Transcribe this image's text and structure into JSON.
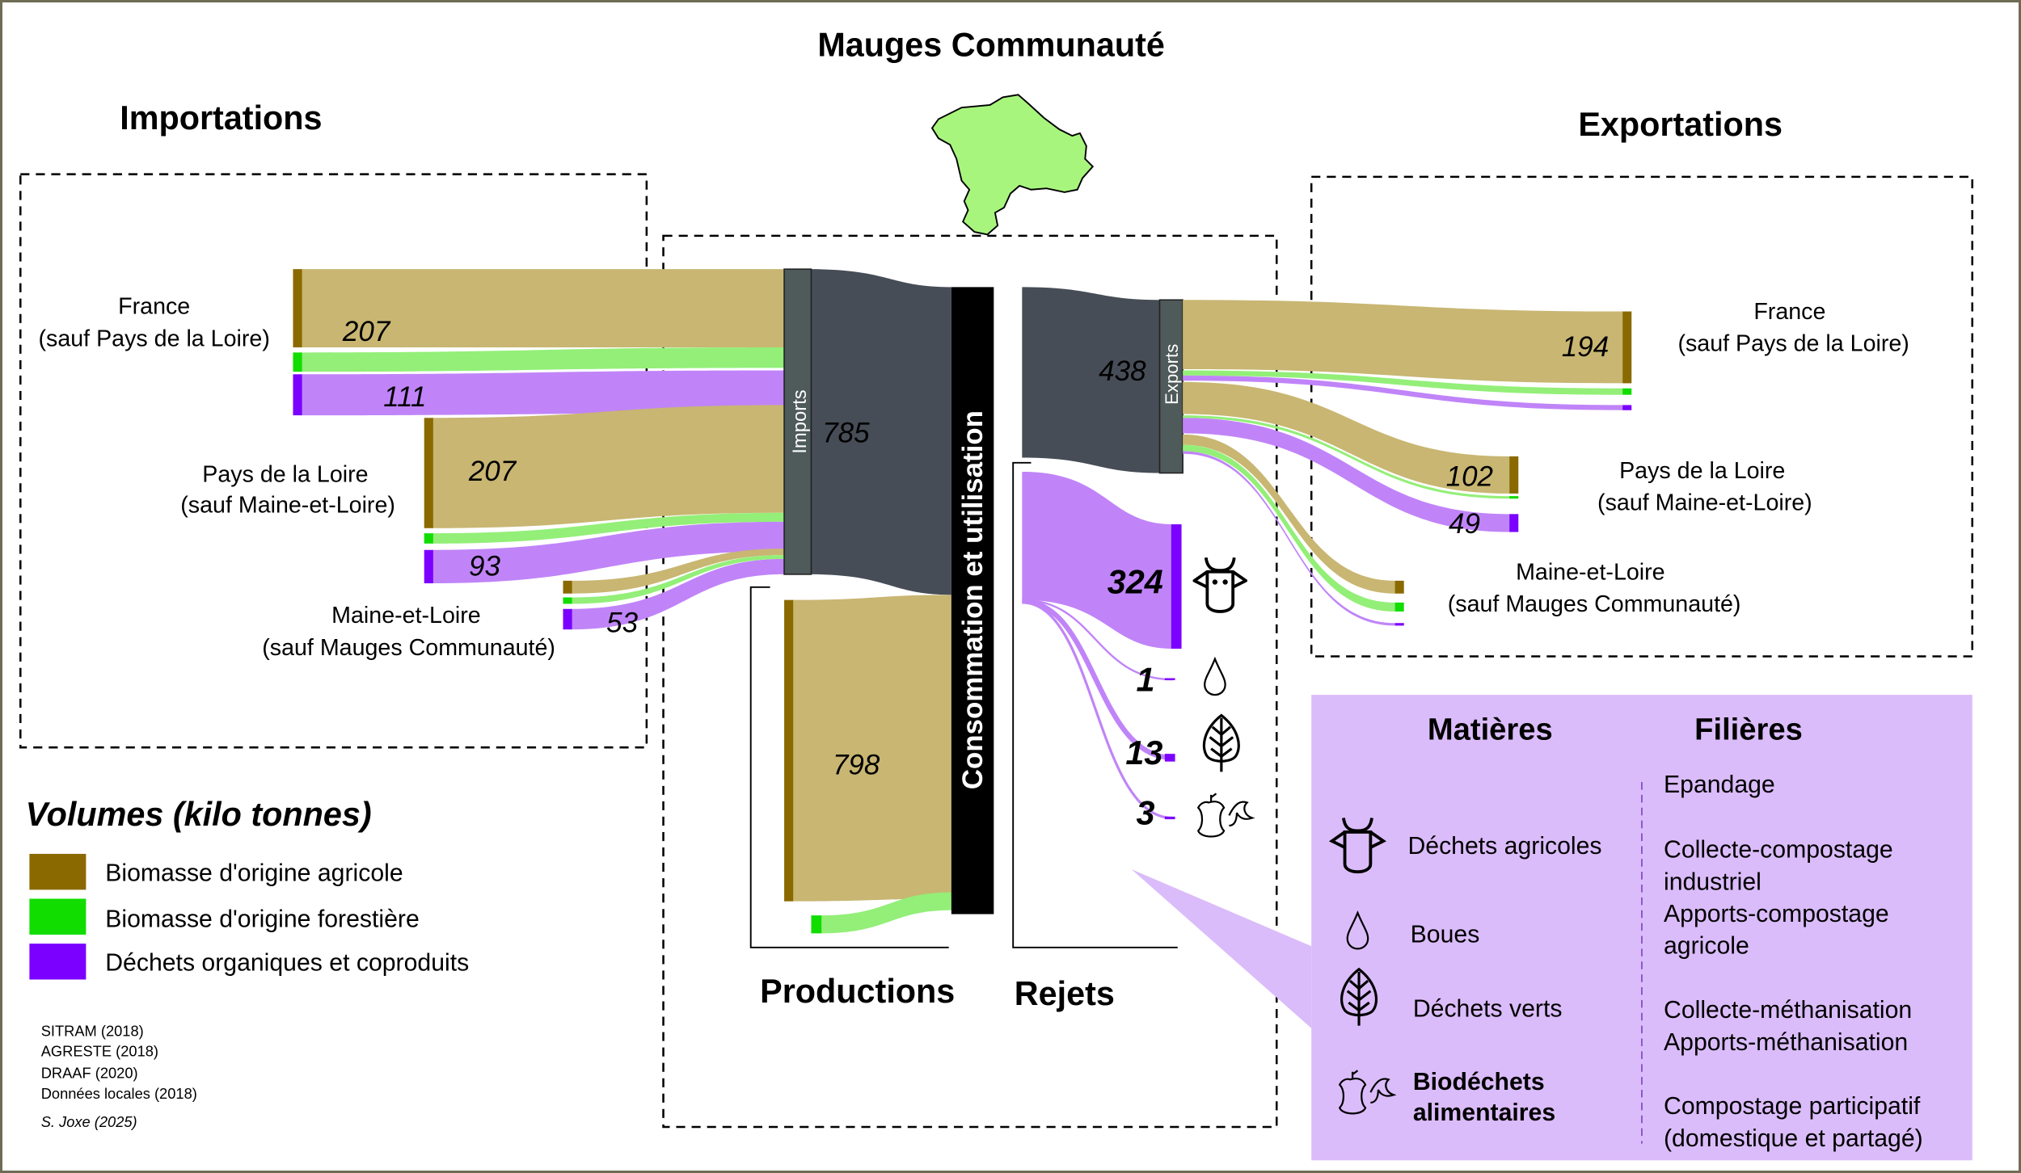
{
  "title": "Mauges Communauté",
  "sections": {
    "imports_title": "Importations",
    "exports_title": "Exportations",
    "productions_label": "Productions",
    "rejets_label": "Rejets",
    "imports_node": "Imports",
    "exports_node": "Exports",
    "consumption_node": "Consommation et utilisation"
  },
  "colors": {
    "agricole": "#8a6a00",
    "agricole_flow": "#c8b672",
    "forestiere": "#11dd00",
    "forestiere_flow": "#93ef78",
    "dechets": "#7b00ff",
    "dechets_flow": "#c084f8",
    "node_dark": "#474d57",
    "node_bar": "#4f5a5a",
    "legend_box": "#dbbcfa",
    "map_fill": "#a8f57e"
  },
  "imports": [
    {
      "name_line1": "France",
      "name_line2": "(sauf Pays de la Loire)",
      "agricole": "207",
      "dechets": "111"
    },
    {
      "name_line1": "Pays de la Loire",
      "name_line2": "(sauf Maine-et-Loire)",
      "agricole": "207",
      "dechets": "93"
    },
    {
      "name_line1": "Maine-et-Loire",
      "name_line2": "(sauf Mauges Communauté)",
      "dechets": "53"
    }
  ],
  "exports": [
    {
      "name_line1": "France",
      "name_line2": "(sauf Pays de la Loire)",
      "agricole": "194"
    },
    {
      "name_line1": "Pays de la Loire",
      "name_line2": "(sauf Maine-et-Loire)",
      "agricole": "102",
      "dechets": "49"
    },
    {
      "name_line1": "Maine-et-Loire",
      "name_line2": "(sauf Mauges Communauté)"
    }
  ],
  "totals": {
    "imports": "785",
    "productions": "798",
    "exports": "438"
  },
  "rejets": [
    {
      "value": "324",
      "icon": "cow-icon"
    },
    {
      "value": "1",
      "icon": "drop-icon"
    },
    {
      "value": "13",
      "icon": "leaf-icon"
    },
    {
      "value": "3",
      "icon": "apple-core-icon"
    }
  ],
  "legend": {
    "title": "Volumes (kilo tonnes)",
    "items": [
      {
        "label": "Biomasse d'origine agricole"
      },
      {
        "label": "Biomasse d'origine forestière"
      },
      {
        "label": "Déchets organiques et coproduits"
      }
    ]
  },
  "sources": [
    "SITRAM (2018)",
    "AGRESTE (2018)",
    "DRAAF (2020)",
    "Données locales (2018)"
  ],
  "author": "S. Joxe (2025)",
  "filieres_box": {
    "matieres_title": "Matières",
    "filieres_title": "Filières",
    "matieres": [
      {
        "label": "Déchets agricoles",
        "icon": "cow-icon"
      },
      {
        "label": "Boues",
        "icon": "drop-icon"
      },
      {
        "label": "Déchets verts",
        "icon": "leaf-icon"
      },
      {
        "label_line1": "Biodéchets",
        "label_line2": "alimentaires",
        "icon": "apple-core-icon"
      }
    ],
    "filieres": [
      "Epandage",
      "Collecte-compostage",
      "industriel",
      "Apports-compostage",
      "agricole",
      "Collecte-méthanisation",
      "Apports-méthanisation",
      "Compostage participatif",
      "(domestique et partagé)"
    ]
  }
}
